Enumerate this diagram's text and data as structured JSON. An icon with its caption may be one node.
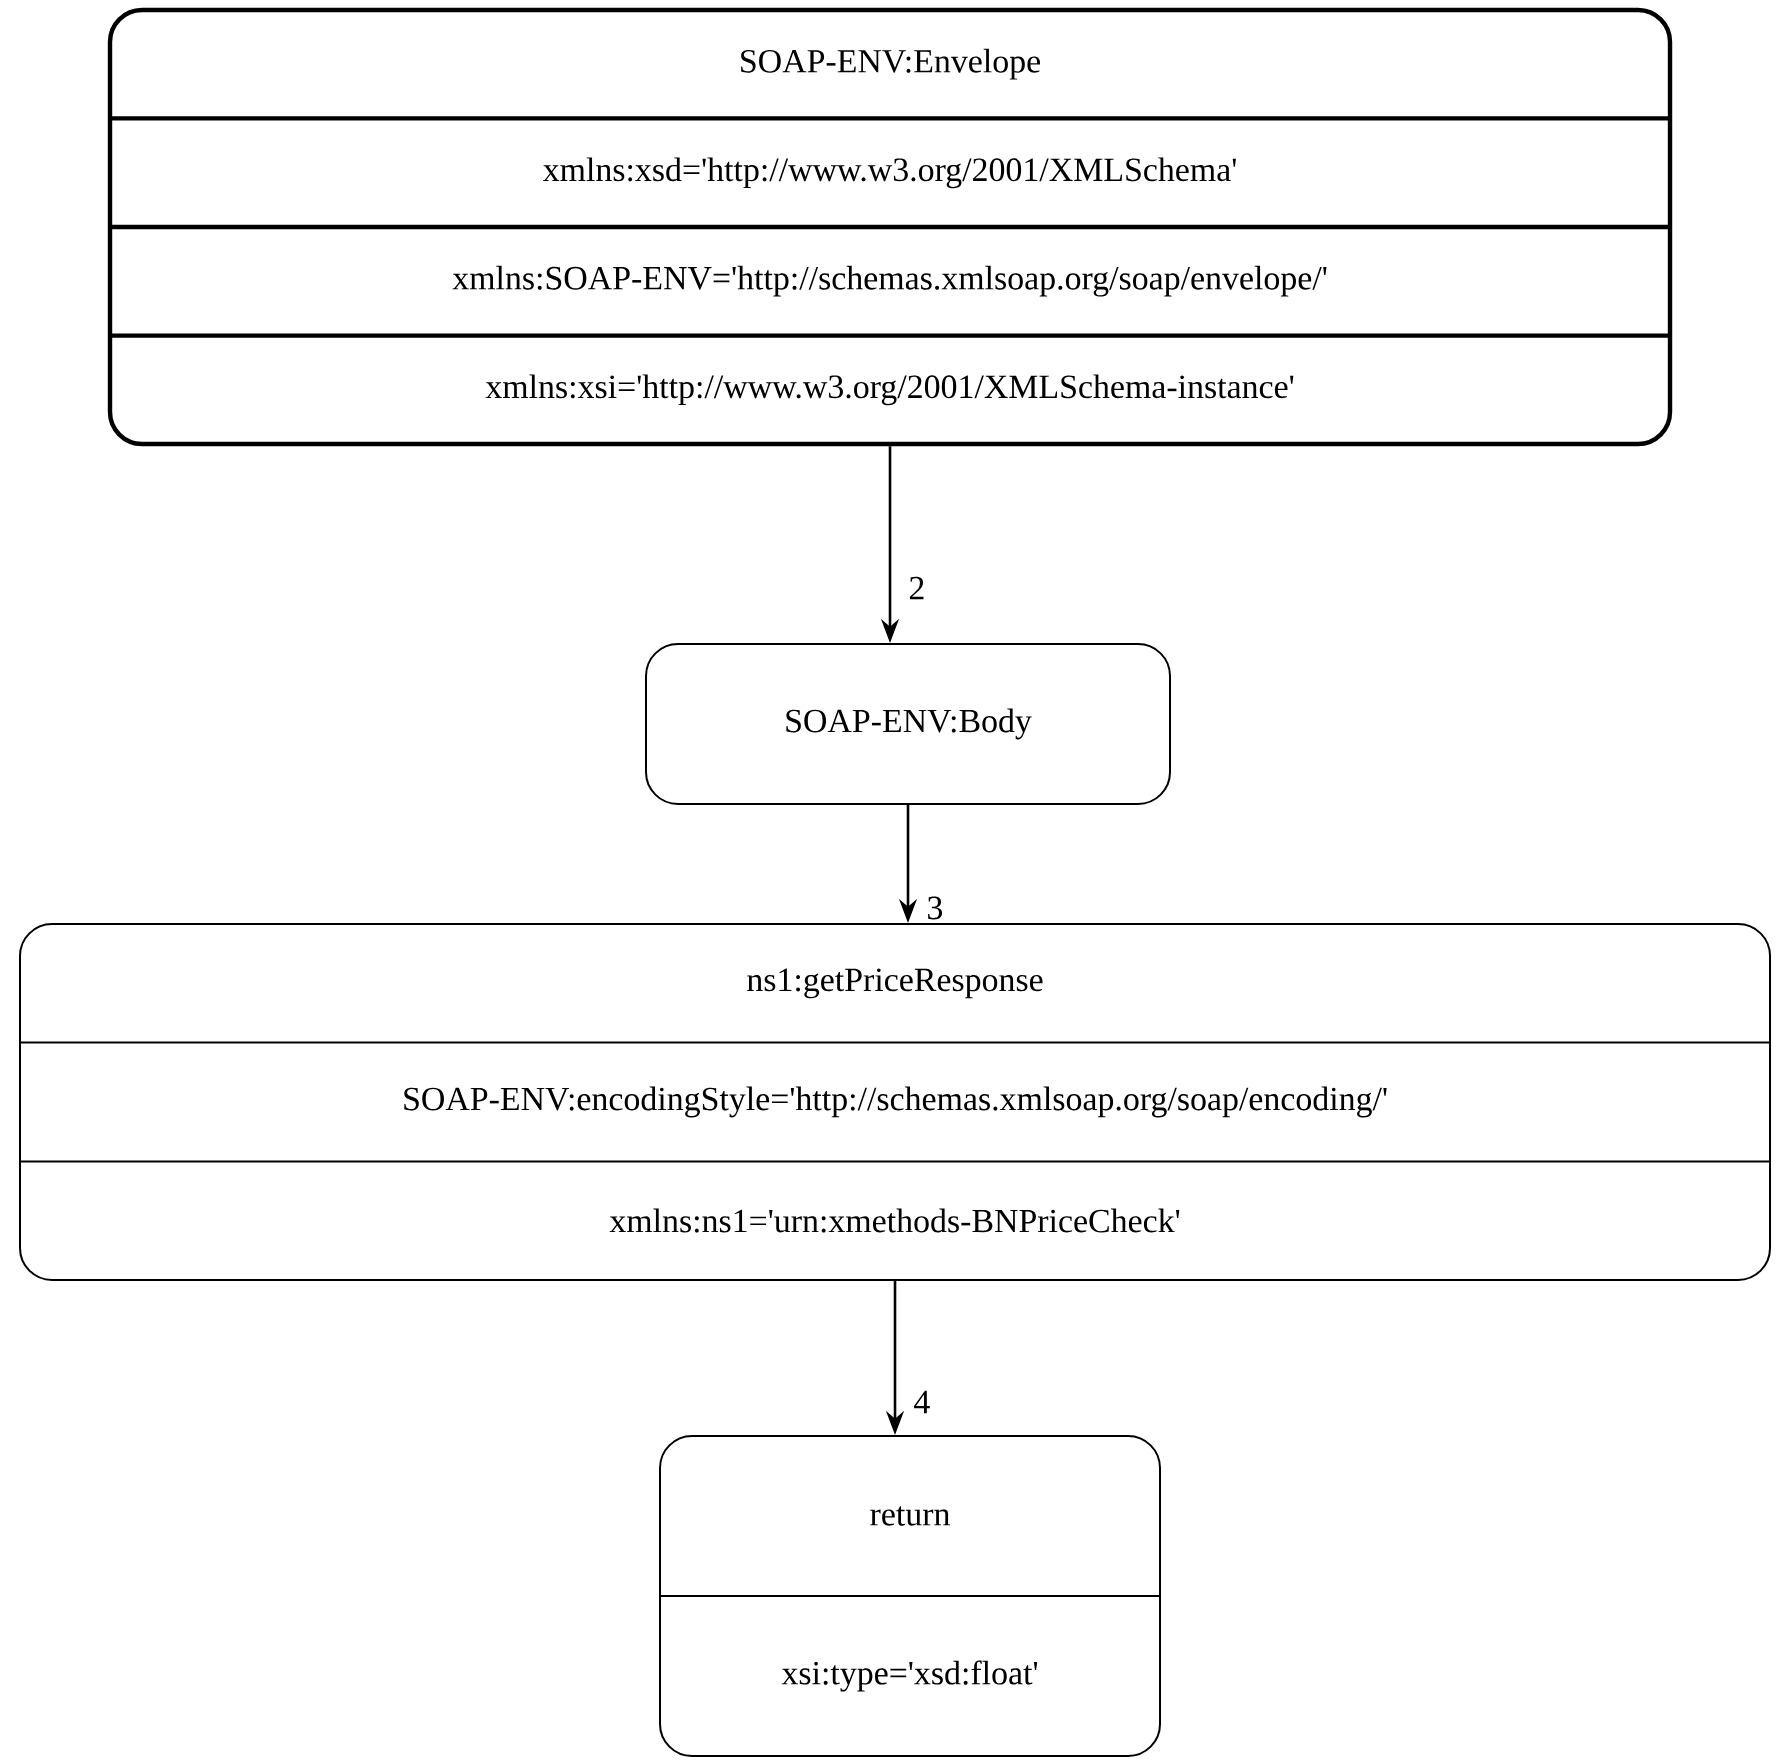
{
  "diagram": {
    "nodes": [
      {
        "text": [
          "SOAP-ENV:Envelope",
          "xmlns:xsd='http://www.w3.org/2001/XMLSchema'",
          "xmlns:SOAP-ENV='http://schemas.xmlsoap.org/soap/envelope/'",
          "xmlns:xsi='http://www.w3.org/2001/XMLSchema-instance'"
        ]
      },
      {
        "text": [
          "SOAP-ENV:Body"
        ]
      },
      {
        "text": [
          "ns1:getPriceResponse",
          "SOAP-ENV:encodingStyle='http://schemas.xmlsoap.org/soap/encoding/'",
          "xmlns:ns1='urn:xmethods-BNPriceCheck'"
        ]
      },
      {
        "text": [
          "return",
          "xsi:type='xsd:float'"
        ]
      }
    ],
    "edges": [
      {
        "from": 0,
        "to": 1,
        "arrow": "to",
        "label": "2"
      },
      {
        "from": 1,
        "to": 2,
        "arrow": "to",
        "label": "3"
      },
      {
        "from": 2,
        "to": 3,
        "arrow": "to",
        "label": "4"
      }
    ]
  }
}
